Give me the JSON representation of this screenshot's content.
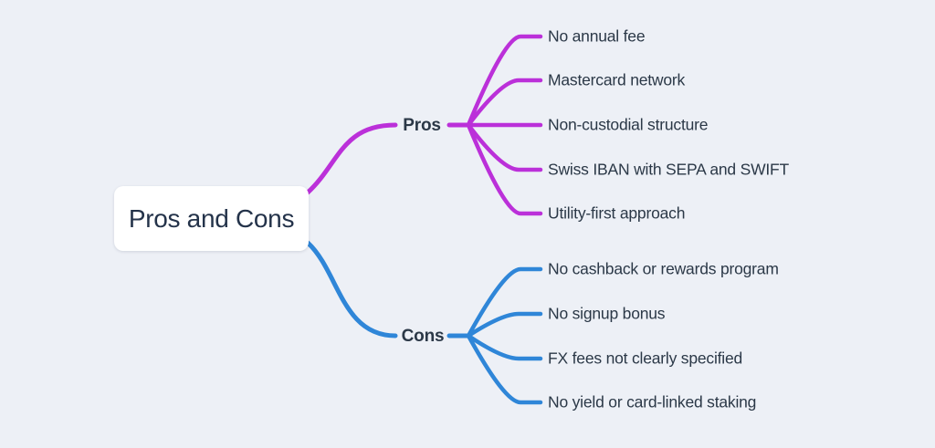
{
  "canvas": {
    "background_color": "#edf0f6",
    "text_color": "#2b3847"
  },
  "root": {
    "label": "Pros and Cons"
  },
  "branches": [
    {
      "label": "Pros",
      "color": "#bb30d9",
      "items": [
        "No annual fee",
        "Mastercard network",
        "Non-custodial structure",
        "Swiss IBAN with SEPA and SWIFT",
        "Utility-first approach"
      ]
    },
    {
      "label": "Cons",
      "color": "#2f86d8",
      "items": [
        "No cashback or rewards program",
        "No signup bonus",
        "FX fees not clearly specified",
        "No yield or card-linked staking"
      ]
    }
  ]
}
